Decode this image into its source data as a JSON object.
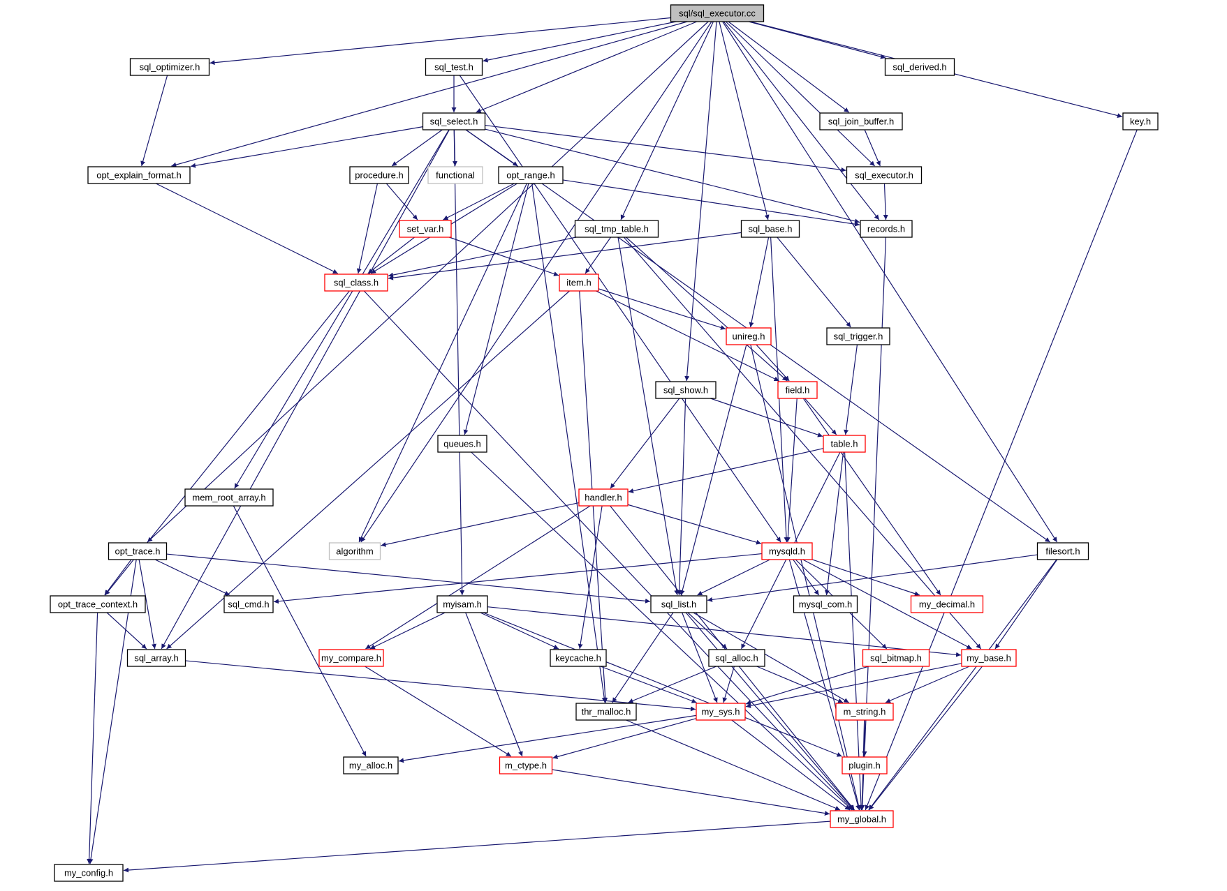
{
  "colors": {
    "edge": "#191970",
    "normal_border": "#000000",
    "red_border": "#ff0000",
    "gray_border": "#bfbfbf",
    "root_fill": "#bfbfbf",
    "node_fill": "#ffffff"
  },
  "nodes": [
    {
      "id": "sql_executor_cc",
      "label": "sql/sql_executor.cc",
      "style": "root"
    },
    {
      "id": "sql_optimizer_h",
      "label": "sql_optimizer.h",
      "style": "normal"
    },
    {
      "id": "sql_test_h",
      "label": "sql_test.h",
      "style": "normal"
    },
    {
      "id": "sql_derived_h",
      "label": "sql_derived.h",
      "style": "normal"
    },
    {
      "id": "sql_select_h",
      "label": "sql_select.h",
      "style": "normal"
    },
    {
      "id": "sql_join_buffer_h",
      "label": "sql_join_buffer.h",
      "style": "normal"
    },
    {
      "id": "key_h",
      "label": "key.h",
      "style": "normal"
    },
    {
      "id": "opt_explain_format_h",
      "label": "opt_explain_format.h",
      "style": "normal"
    },
    {
      "id": "procedure_h",
      "label": "procedure.h",
      "style": "normal"
    },
    {
      "id": "functional",
      "label": "functional",
      "style": "gray"
    },
    {
      "id": "opt_range_h",
      "label": "opt_range.h",
      "style": "normal"
    },
    {
      "id": "sql_executor_h",
      "label": "sql_executor.h",
      "style": "normal"
    },
    {
      "id": "set_var_h",
      "label": "set_var.h",
      "style": "red"
    },
    {
      "id": "sql_tmp_table_h",
      "label": "sql_tmp_table.h",
      "style": "normal"
    },
    {
      "id": "sql_base_h",
      "label": "sql_base.h",
      "style": "normal"
    },
    {
      "id": "records_h",
      "label": "records.h",
      "style": "normal"
    },
    {
      "id": "sql_class_h",
      "label": "sql_class.h",
      "style": "red"
    },
    {
      "id": "item_h",
      "label": "item.h",
      "style": "red"
    },
    {
      "id": "unireg_h",
      "label": "unireg.h",
      "style": "red"
    },
    {
      "id": "sql_trigger_h",
      "label": "sql_trigger.h",
      "style": "normal"
    },
    {
      "id": "sql_show_h",
      "label": "sql_show.h",
      "style": "normal"
    },
    {
      "id": "field_h",
      "label": "field.h",
      "style": "red"
    },
    {
      "id": "queues_h",
      "label": "queues.h",
      "style": "normal"
    },
    {
      "id": "table_h",
      "label": "table.h",
      "style": "red"
    },
    {
      "id": "mem_root_array_h",
      "label": "mem_root_array.h",
      "style": "normal"
    },
    {
      "id": "handler_h",
      "label": "handler.h",
      "style": "red"
    },
    {
      "id": "opt_trace_h",
      "label": "opt_trace.h",
      "style": "normal"
    },
    {
      "id": "algorithm",
      "label": "algorithm",
      "style": "gray"
    },
    {
      "id": "mysqld_h",
      "label": "mysqld.h",
      "style": "red"
    },
    {
      "id": "filesort_h",
      "label": "filesort.h",
      "style": "normal"
    },
    {
      "id": "opt_trace_context_h",
      "label": "opt_trace_context.h",
      "style": "normal"
    },
    {
      "id": "sql_cmd_h",
      "label": "sql_cmd.h",
      "style": "normal"
    },
    {
      "id": "myisam_h",
      "label": "myisam.h",
      "style": "normal"
    },
    {
      "id": "sql_list_h",
      "label": "sql_list.h",
      "style": "normal"
    },
    {
      "id": "mysql_com_h",
      "label": "mysql_com.h",
      "style": "normal"
    },
    {
      "id": "my_decimal_h",
      "label": "my_decimal.h",
      "style": "red"
    },
    {
      "id": "sql_array_h",
      "label": "sql_array.h",
      "style": "normal"
    },
    {
      "id": "my_compare_h",
      "label": "my_compare.h",
      "style": "red"
    },
    {
      "id": "keycache_h",
      "label": "keycache.h",
      "style": "normal"
    },
    {
      "id": "sql_alloc_h",
      "label": "sql_alloc.h",
      "style": "normal"
    },
    {
      "id": "sql_bitmap_h",
      "label": "sql_bitmap.h",
      "style": "red"
    },
    {
      "id": "my_base_h",
      "label": "my_base.h",
      "style": "red"
    },
    {
      "id": "thr_malloc_h",
      "label": "thr_malloc.h",
      "style": "normal"
    },
    {
      "id": "my_sys_h",
      "label": "my_sys.h",
      "style": "red"
    },
    {
      "id": "m_string_h",
      "label": "m_string.h",
      "style": "red"
    },
    {
      "id": "my_alloc_h",
      "label": "my_alloc.h",
      "style": "normal"
    },
    {
      "id": "m_ctype_h",
      "label": "m_ctype.h",
      "style": "red"
    },
    {
      "id": "plugin_h",
      "label": "plugin.h",
      "style": "red"
    },
    {
      "id": "my_global_h",
      "label": "my_global.h",
      "style": "red"
    },
    {
      "id": "my_config_h",
      "label": "my_config.h",
      "style": "normal"
    }
  ],
  "edges": [
    [
      "sql_executor_cc",
      "sql_optimizer_h"
    ],
    [
      "sql_executor_cc",
      "sql_test_h"
    ],
    [
      "sql_executor_cc",
      "sql_derived_h"
    ],
    [
      "sql_executor_cc",
      "sql_select_h"
    ],
    [
      "sql_executor_cc",
      "sql_join_buffer_h"
    ],
    [
      "sql_executor_cc",
      "key_h"
    ],
    [
      "sql_executor_cc",
      "opt_explain_format_h"
    ],
    [
      "sql_executor_cc",
      "sql_executor_h"
    ],
    [
      "sql_executor_cc",
      "records_h"
    ],
    [
      "sql_executor_cc",
      "sql_tmp_table_h"
    ],
    [
      "sql_executor_cc",
      "sql_base_h"
    ],
    [
      "sql_executor_cc",
      "sql_show_h"
    ],
    [
      "sql_executor_cc",
      "filesort_h"
    ],
    [
      "sql_executor_cc",
      "opt_trace_h"
    ],
    [
      "sql_executor_cc",
      "algorithm"
    ],
    [
      "sql_optimizer_h",
      "opt_explain_format_h"
    ],
    [
      "sql_test_h",
      "sql_select_h"
    ],
    [
      "sql_test_h",
      "mysqld_h"
    ],
    [
      "sql_select_h",
      "opt_explain_format_h"
    ],
    [
      "sql_select_h",
      "procedure_h"
    ],
    [
      "sql_select_h",
      "functional"
    ],
    [
      "sql_select_h",
      "opt_range_h"
    ],
    [
      "sql_select_h",
      "sql_executor_h"
    ],
    [
      "sql_select_h",
      "records_h"
    ],
    [
      "sql_select_h",
      "mem_root_array_h"
    ],
    [
      "sql_select_h",
      "sql_array_h"
    ],
    [
      "sql_select_h",
      "myisam_h"
    ],
    [
      "sql_select_h",
      "filesort_h"
    ],
    [
      "sql_join_buffer_h",
      "sql_executor_h"
    ],
    [
      "key_h",
      "my_global_h"
    ],
    [
      "opt_explain_format_h",
      "sql_class_h"
    ],
    [
      "procedure_h",
      "set_var_h"
    ],
    [
      "procedure_h",
      "sql_class_h"
    ],
    [
      "opt_range_h",
      "set_var_h"
    ],
    [
      "opt_range_h",
      "sql_class_h"
    ],
    [
      "opt_range_h",
      "records_h"
    ],
    [
      "opt_range_h",
      "algorithm"
    ],
    [
      "opt_range_h",
      "queues_h"
    ],
    [
      "opt_range_h",
      "thr_malloc_h"
    ],
    [
      "sql_executor_h",
      "records_h"
    ],
    [
      "set_var_h",
      "sql_class_h"
    ],
    [
      "set_var_h",
      "item_h"
    ],
    [
      "sql_tmp_table_h",
      "sql_class_h"
    ],
    [
      "sql_tmp_table_h",
      "item_h"
    ],
    [
      "sql_tmp_table_h",
      "field_h"
    ],
    [
      "sql_tmp_table_h",
      "sql_list_h"
    ],
    [
      "sql_tmp_table_h",
      "my_base_h"
    ],
    [
      "sql_base_h",
      "sql_class_h"
    ],
    [
      "sql_base_h",
      "unireg_h"
    ],
    [
      "sql_base_h",
      "sql_trigger_h"
    ],
    [
      "sql_base_h",
      "mysqld_h"
    ],
    [
      "records_h",
      "my_global_h"
    ],
    [
      "sql_class_h",
      "opt_trace_context_h"
    ],
    [
      "sql_class_h",
      "my_global_h"
    ],
    [
      "item_h",
      "unireg_h"
    ],
    [
      "item_h",
      "field_h"
    ],
    [
      "item_h",
      "sql_array_h"
    ],
    [
      "item_h",
      "thr_malloc_h"
    ],
    [
      "unireg_h",
      "field_h"
    ],
    [
      "unireg_h",
      "sql_list_h"
    ],
    [
      "unireg_h",
      "my_global_h"
    ],
    [
      "sql_trigger_h",
      "table_h"
    ],
    [
      "sql_show_h",
      "table_h"
    ],
    [
      "sql_show_h",
      "handler_h"
    ],
    [
      "sql_show_h",
      "sql_list_h"
    ],
    [
      "field_h",
      "table_h"
    ],
    [
      "field_h",
      "mysqld_h"
    ],
    [
      "field_h",
      "my_decimal_h"
    ],
    [
      "queues_h",
      "my_global_h"
    ],
    [
      "table_h",
      "handler_h"
    ],
    [
      "table_h",
      "mysql_com_h"
    ],
    [
      "table_h",
      "sql_alloc_h"
    ],
    [
      "table_h",
      "my_global_h"
    ],
    [
      "mem_root_array_h",
      "my_alloc_h"
    ],
    [
      "handler_h",
      "algorithm"
    ],
    [
      "handler_h",
      "mysqld_h"
    ],
    [
      "handler_h",
      "my_compare_h"
    ],
    [
      "handler_h",
      "keycache_h"
    ],
    [
      "handler_h",
      "my_global_h"
    ],
    [
      "opt_trace_h",
      "opt_trace_context_h"
    ],
    [
      "opt_trace_h",
      "sql_cmd_h"
    ],
    [
      "opt_trace_h",
      "sql_array_h"
    ],
    [
      "opt_trace_h",
      "sql_list_h"
    ],
    [
      "opt_trace_h",
      "my_config_h"
    ],
    [
      "mysqld_h",
      "sql_cmd_h"
    ],
    [
      "mysqld_h",
      "sql_list_h"
    ],
    [
      "mysqld_h",
      "mysql_com_h"
    ],
    [
      "mysqld_h",
      "my_decimal_h"
    ],
    [
      "mysqld_h",
      "sql_bitmap_h"
    ],
    [
      "mysqld_h",
      "my_base_h"
    ],
    [
      "mysqld_h",
      "my_global_h"
    ],
    [
      "filesort_h",
      "sql_list_h"
    ],
    [
      "filesort_h",
      "my_base_h"
    ],
    [
      "filesort_h",
      "my_global_h"
    ],
    [
      "opt_trace_context_h",
      "sql_array_h"
    ],
    [
      "opt_trace_context_h",
      "my_config_h"
    ],
    [
      "myisam_h",
      "my_compare_h"
    ],
    [
      "myisam_h",
      "keycache_h"
    ],
    [
      "myisam_h",
      "my_base_h"
    ],
    [
      "myisam_h",
      "m_ctype_h"
    ],
    [
      "myisam_h",
      "plugin_h"
    ],
    [
      "sql_list_h",
      "sql_alloc_h"
    ],
    [
      "sql_list_h",
      "thr_malloc_h"
    ],
    [
      "sql_list_h",
      "my_sys_h"
    ],
    [
      "sql_list_h",
      "m_string_h"
    ],
    [
      "sql_list_h",
      "my_global_h"
    ],
    [
      "sql_array_h",
      "my_sys_h"
    ],
    [
      "my_compare_h",
      "m_ctype_h"
    ],
    [
      "keycache_h",
      "my_sys_h"
    ],
    [
      "sql_alloc_h",
      "thr_malloc_h"
    ],
    [
      "sql_alloc_h",
      "my_sys_h"
    ],
    [
      "sql_alloc_h",
      "m_string_h"
    ],
    [
      "sql_bitmap_h",
      "my_sys_h"
    ],
    [
      "my_base_h",
      "my_sys_h"
    ],
    [
      "my_base_h",
      "m_string_h"
    ],
    [
      "my_base_h",
      "my_global_h"
    ],
    [
      "thr_malloc_h",
      "my_global_h"
    ],
    [
      "my_sys_h",
      "my_alloc_h"
    ],
    [
      "my_sys_h",
      "m_ctype_h"
    ],
    [
      "my_sys_h",
      "my_global_h"
    ],
    [
      "m_string_h",
      "plugin_h"
    ],
    [
      "m_string_h",
      "my_global_h"
    ],
    [
      "m_ctype_h",
      "my_global_h"
    ],
    [
      "my_global_h",
      "my_config_h"
    ]
  ]
}
